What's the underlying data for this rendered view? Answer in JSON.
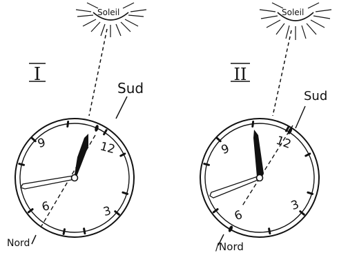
{
  "panels": [
    {
      "roman": "I",
      "sun": "Soleil",
      "south": "Sud",
      "north": "Nord",
      "numerals": [
        "9",
        "12",
        "3",
        "6"
      ]
    },
    {
      "roman": "II",
      "sun": "Soleil",
      "south": "Sud",
      "north": "/Nord",
      "numerals": [
        "9",
        "12",
        "3",
        "6"
      ]
    }
  ]
}
